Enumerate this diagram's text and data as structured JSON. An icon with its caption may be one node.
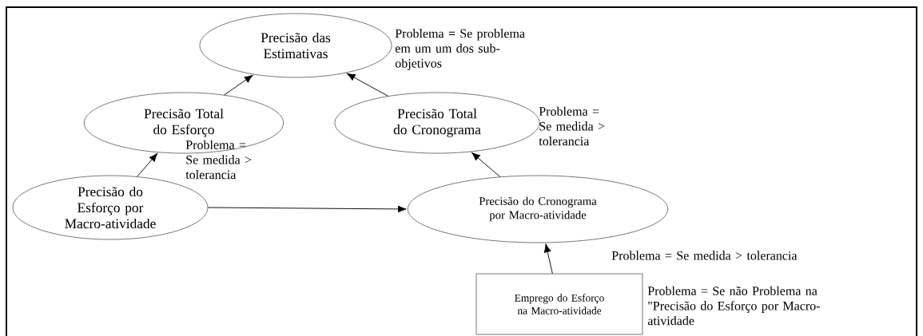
{
  "diagram": {
    "nodes": [
      {
        "text": [
          "Precisão das Estimativas"
        ],
        "beside": [
          "Problema = Se problema em um um dos sub-objetivos"
        ]
      },
      {
        "text": [
          "Precisão Total do Esforço"
        ]
      },
      {
        "text": [
          "Precisão Total do Cronograma"
        ],
        "beside": [
          "Problema = Se medida > tolerancia"
        ]
      },
      {
        "text": [
          "Precisão do Esforço por Macro-atividade"
        ]
      },
      {
        "text": [
          "Precisão do Cronograma por Macro-atividade"
        ]
      },
      {
        "text": [
          "Emprego do Esforço na Macro-atividade"
        ],
        "beside": [
          "Problema = Se não Problema na \"Precisão do Esforço por Macro-atividade"
        ]
      }
    ],
    "edges": [
      {
        "from": 1,
        "to": 0,
        "arrow": "to"
      },
      {
        "from": 2,
        "to": 0,
        "arrow": "to"
      },
      {
        "from": 3,
        "to": 1,
        "arrow": "to"
      },
      {
        "from": 4,
        "to": 2,
        "arrow": "to"
      },
      {
        "from": 3,
        "to": 4,
        "arrow": "to"
      },
      {
        "from": 5,
        "to": 4,
        "arrow": "to"
      }
    ],
    "labels": [
      "Problema = Se medida > tolerancia",
      "Problema = Se medida > tolerancia"
    ]
  }
}
